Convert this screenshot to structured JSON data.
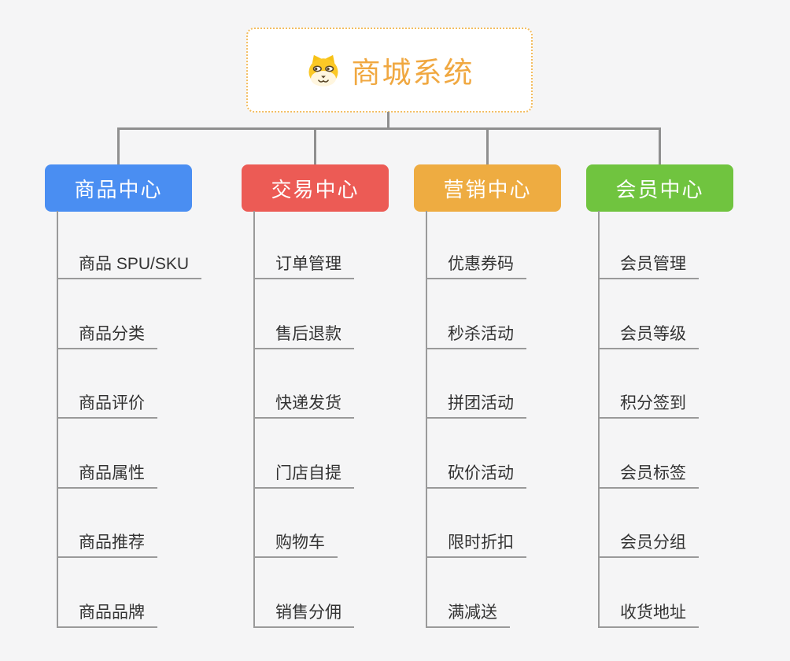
{
  "root": {
    "title": "商城系统",
    "icon": "dog-face"
  },
  "branches": [
    {
      "label": "商品中心",
      "color": "#4a8ef2",
      "items": [
        "商品 SPU/SKU",
        "商品分类",
        "商品评价",
        "商品属性",
        "商品推荐",
        "商品品牌"
      ]
    },
    {
      "label": "交易中心",
      "color": "#ec5b55",
      "items": [
        "订单管理",
        "售后退款",
        "快递发货",
        "门店自提",
        "购物车",
        "销售分佣"
      ]
    },
    {
      "label": "营销中心",
      "color": "#eeac41",
      "items": [
        "优惠券码",
        "秒杀活动",
        "拼团活动",
        "砍价活动",
        "限时折扣",
        "满减送"
      ]
    },
    {
      "label": "会员中心",
      "color": "#70c43f",
      "items": [
        "会员管理",
        "会员等级",
        "积分签到",
        "会员标签",
        "会员分组",
        "收货地址"
      ]
    }
  ],
  "colors": {
    "background": "#f5f5f6",
    "connector": "#8f8f8f",
    "leaf_line": "#9a9a9a",
    "leaf_text": "#333333",
    "root_text": "#f0a841",
    "root_border": "#f3bd60"
  }
}
